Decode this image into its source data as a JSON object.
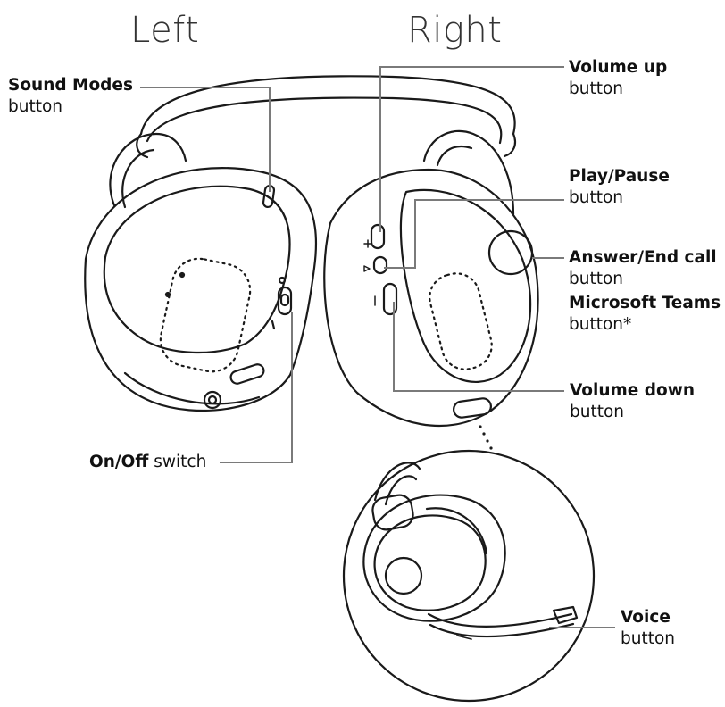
{
  "headings": {
    "left": "Left",
    "right": "Right"
  },
  "labels": {
    "sound_modes": {
      "name": "Sound Modes",
      "suffix": "button"
    },
    "on_off": {
      "name": "On/Off",
      "suffix": "switch"
    },
    "volume_up": {
      "name": "Volume up",
      "suffix": "button"
    },
    "play_pause": {
      "name": "Play/Pause",
      "suffix": "button"
    },
    "answer_end": {
      "name": "Answer/End call",
      "suffix": "button"
    },
    "teams": {
      "name": "Microsoft Teams",
      "suffix": "button*"
    },
    "volume_down": {
      "name": "Volume down",
      "suffix": "button"
    },
    "voice": {
      "name": "Voice",
      "suffix": "button"
    }
  },
  "colors": {
    "outline": "#1a1a1a",
    "callout": "#7a7a7a",
    "text": "#111111"
  },
  "icons": [
    "plus-icon",
    "play-pause-icon",
    "minus-icon",
    "power-icon",
    "bluetooth-icon",
    "teams-icon"
  ]
}
